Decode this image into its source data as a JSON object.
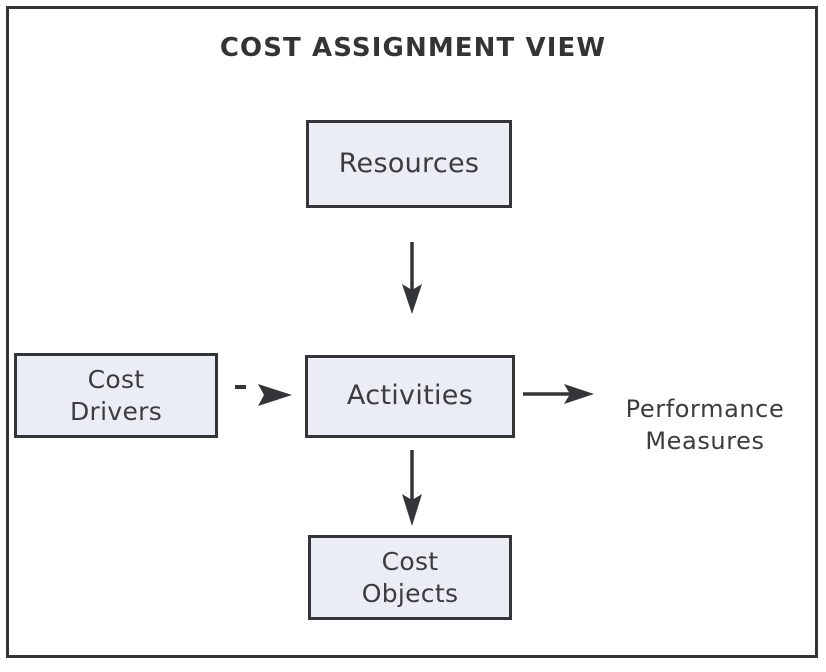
{
  "diagram": {
    "title": "COST ASSIGNMENT VIEW",
    "frame_color": "#333538",
    "box_fill": "#eaeef4",
    "box_border": "#333538",
    "text_color": "#3a3c3e",
    "background": "#ffffff",
    "nodes": [
      {
        "id": "resources",
        "label": "Resources",
        "shape": "box"
      },
      {
        "id": "activities",
        "label": "Activities",
        "shape": "box"
      },
      {
        "id": "cost-drivers",
        "label": "Cost\nDrivers",
        "shape": "box"
      },
      {
        "id": "cost-objects",
        "label": "Cost\nObjects",
        "shape": "box"
      },
      {
        "id": "performance-measures",
        "label": "Performance\nMeasures",
        "shape": "text"
      }
    ],
    "edges": [
      {
        "id": "resources-to-activities",
        "from": "resources",
        "to": "activities",
        "style": "solid",
        "direction": "down"
      },
      {
        "id": "activities-to-cost-objects",
        "from": "activities",
        "to": "cost-objects",
        "style": "solid",
        "direction": "down"
      },
      {
        "id": "activities-to-performance",
        "from": "activities",
        "to": "performance-measures",
        "style": "solid",
        "direction": "right"
      },
      {
        "id": "cost-drivers-to-activities",
        "from": "cost-drivers",
        "to": "activities",
        "style": "dashed",
        "direction": "right"
      }
    ]
  }
}
